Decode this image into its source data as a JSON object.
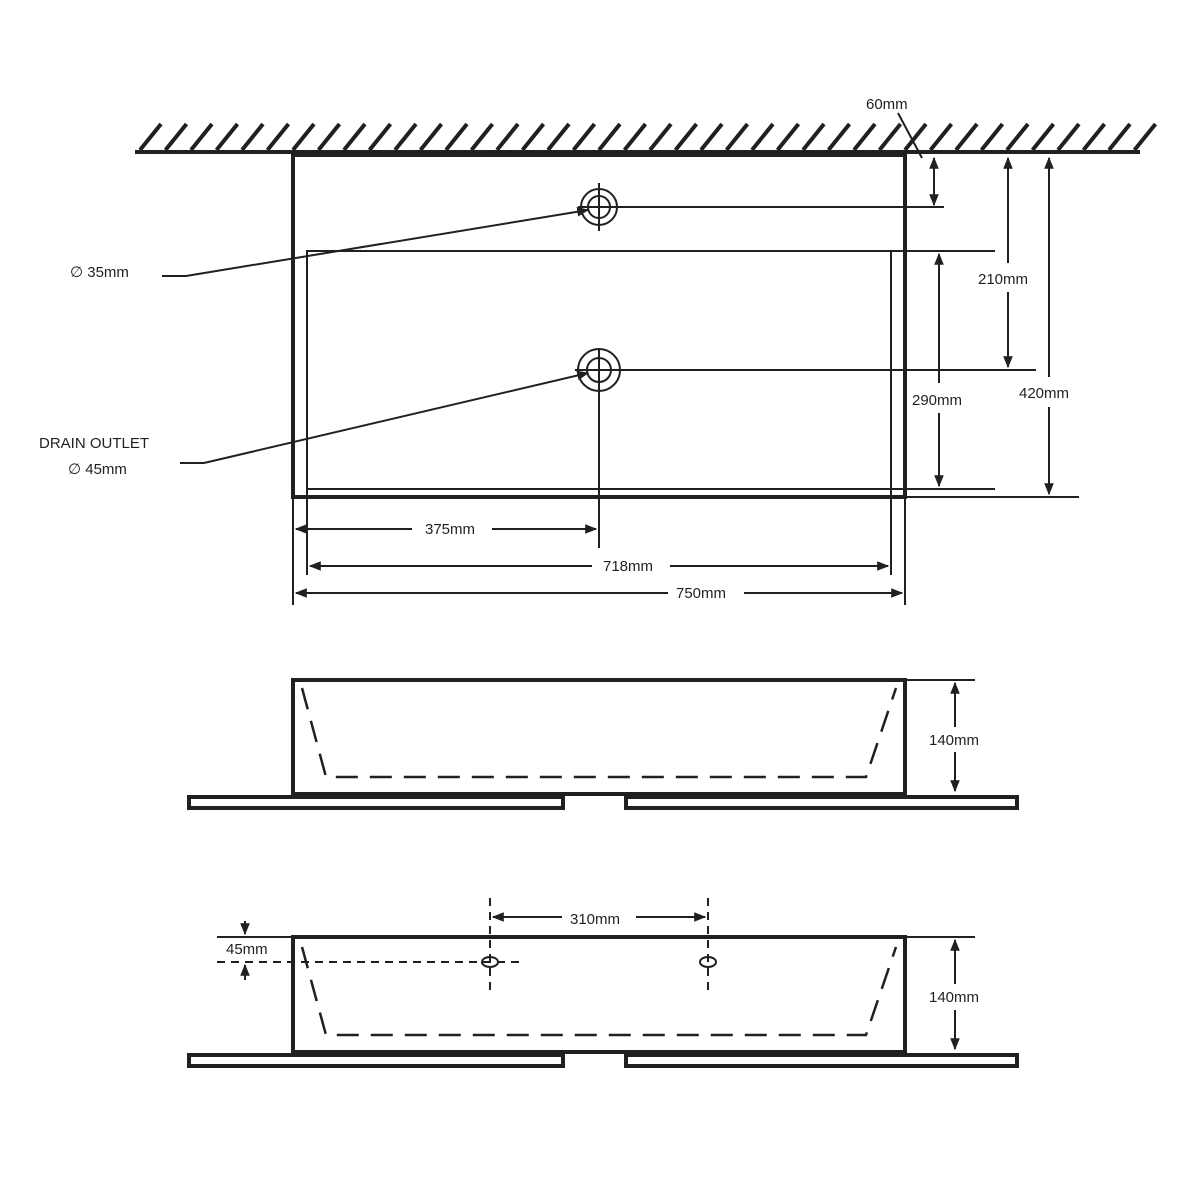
{
  "colors": {
    "ink": "#231f20",
    "paper": "#ffffff"
  },
  "top_view": {
    "wall_gap": "60mm",
    "tap_hole": "∅ 35mm",
    "drain_title": "DRAIN OUTLET",
    "drain_size": "∅ 45mm",
    "tap_to_drain": "210mm",
    "bowl_depth": "290mm",
    "overall_depth": "420mm",
    "centre_to_side": "375mm",
    "bowl_width": "718mm",
    "overall_width": "750mm"
  },
  "side_view": {
    "height": "140mm"
  },
  "overflow_view": {
    "overflow_offset": "45mm",
    "overflow_spacing": "310mm",
    "height": "140mm"
  }
}
